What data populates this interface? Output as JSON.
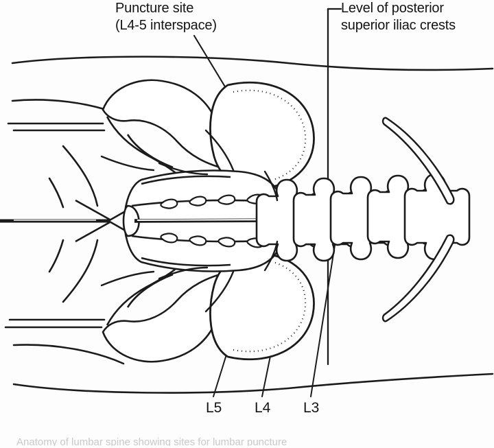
{
  "figure": {
    "name": "lumbar-puncture-site-anatomy",
    "view": "Anatomy of lumbar spine showing sites for lumbar puncture",
    "background_color": "#fdfdfd",
    "ink_color": "#1b1b1b"
  },
  "annotations": {
    "puncture_site": {
      "line1": "Puncture site",
      "line2": "(L4-5 interspace)"
    },
    "iliac_crest_level": {
      "line1": "Level of posterior",
      "line2": "superior iliac crests"
    }
  },
  "vertebra_labels": [
    {
      "id": "l5",
      "label": "L5"
    },
    {
      "id": "l4",
      "label": "L4"
    },
    {
      "id": "l3",
      "label": "L3"
    }
  ],
  "caption": {
    "text": "Anatomy of lumbar spine showing sites for lumbar puncture"
  },
  "structures": [
    {
      "name": "body-surface-outline",
      "count": 6
    },
    {
      "name": "iliac-crest-left",
      "count": 1
    },
    {
      "name": "iliac-crest-right",
      "count": 1
    },
    {
      "name": "sacrum",
      "count": 1
    },
    {
      "name": "sacral-foramina",
      "count": 8
    },
    {
      "name": "coccyx",
      "count": 1
    },
    {
      "name": "lumbar-vertebra",
      "count": 5
    },
    {
      "name": "rib-twelfth",
      "count": 2
    },
    {
      "name": "midline-interspinous-line",
      "count": 1
    }
  ]
}
